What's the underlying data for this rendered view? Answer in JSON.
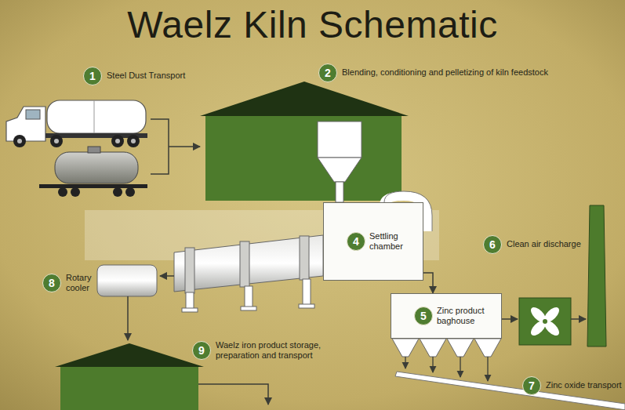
{
  "diagram": {
    "title": "Waelz Kiln Schematic",
    "nodes": [
      {
        "text": [
          "1",
          "Steel Dust Transport"
        ]
      },
      {
        "text": [
          "2",
          "Blending, conditioning and pelletizing of kiln feedstock"
        ]
      },
      {
        "text": [
          "Settling chamber"
        ]
      },
      {
        "text": [
          "4"
        ],
        "in": 2
      },
      {
        "text": [
          "6",
          "Clean air discharge"
        ]
      },
      {
        "text": [
          "8",
          "Rotary cooler"
        ]
      },
      {
        "text": [
          "Zinc product baghouse"
        ]
      },
      {
        "text": [
          "5"
        ],
        "in": 6
      },
      {
        "text": [
          "9",
          "Waelz iron product storage, preparation and transport"
        ]
      },
      {
        "text": [
          "7",
          "Zinc oxide transport"
        ]
      }
    ],
    "edges": [
      {
        "from": 2,
        "to": 6,
        "arrow": "to"
      }
    ]
  }
}
